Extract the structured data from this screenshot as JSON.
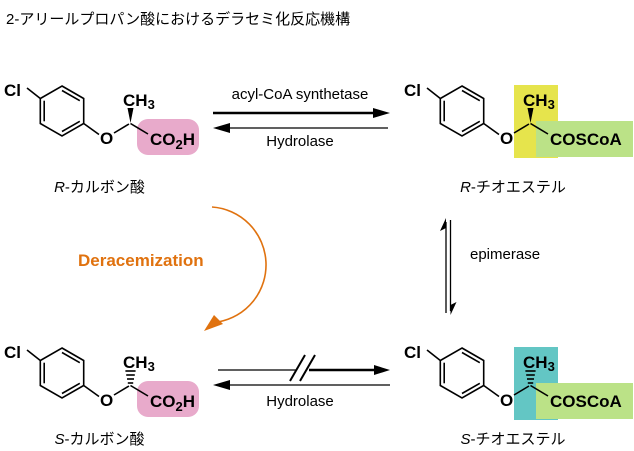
{
  "title": "2-アリールプロパン酸におけるデラセミ化反応機構",
  "colors": {
    "pink": "#e8aacb",
    "yellow": "#e6e44c",
    "green": "#bbe287",
    "teal": "#63c6c4",
    "orange": "#e0720f"
  },
  "formula": {
    "cl": "Cl",
    "o": "O",
    "ch": "CH",
    "sub3": "3",
    "co": "CO",
    "sub2": "2",
    "h": "H",
    "coscoa": "COSCoA"
  },
  "molecules": {
    "top_left": {
      "caption_stereo": "R",
      "caption_rest": "-カルボン酸"
    },
    "top_right": {
      "caption_stereo": "R",
      "caption_rest": "-チオエステル"
    },
    "bottom_left": {
      "caption_stereo": "S",
      "caption_rest": "-カルボン酸"
    },
    "bottom_right": {
      "caption_stereo": "S",
      "caption_rest": "-チオエステル"
    }
  },
  "reactions": {
    "top_forward": "acyl-CoA synthetase",
    "top_reverse": "Hydrolase",
    "right_equilibrium": "epimerase",
    "bottom_reverse": "Hydrolase",
    "deracemization": "Deracemization"
  }
}
